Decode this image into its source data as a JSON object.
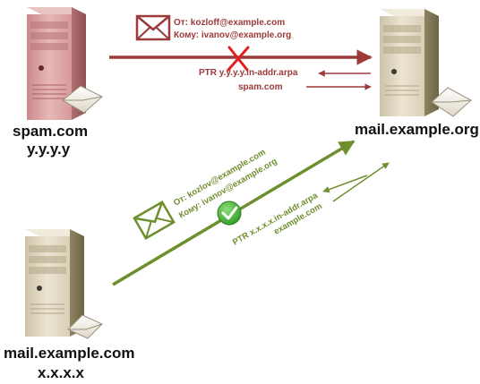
{
  "servers": {
    "spam": {
      "name": "spam.com",
      "ip": "y.y.y.y"
    },
    "target": {
      "name": "mail.example.org"
    },
    "legit": {
      "name": "mail.example.com",
      "ip": "x.x.x.x"
    }
  },
  "spam_message": {
    "from": "От: kozloff@example.com",
    "to": "Кому: ivanov@example.org",
    "ptr_query": "PTR y.y.y.y.in-addr.arpa",
    "ptr_answer": "spam.com",
    "status": "rejected"
  },
  "legit_message": {
    "from": "От: kozlov@example.com",
    "to": "Кому: ivanov@example.org",
    "ptr_query": "PTR x.x.x.x.in-addr.arpa",
    "ptr_answer": "example.com",
    "status": "accepted"
  },
  "colors": {
    "spam": "#9b3a3a",
    "legit": "#6e8f2e",
    "check": "#3fae2a",
    "cross": "#e0201c"
  },
  "icons": [
    "server-icon",
    "envelope-icon",
    "cross-icon",
    "check-icon"
  ]
}
